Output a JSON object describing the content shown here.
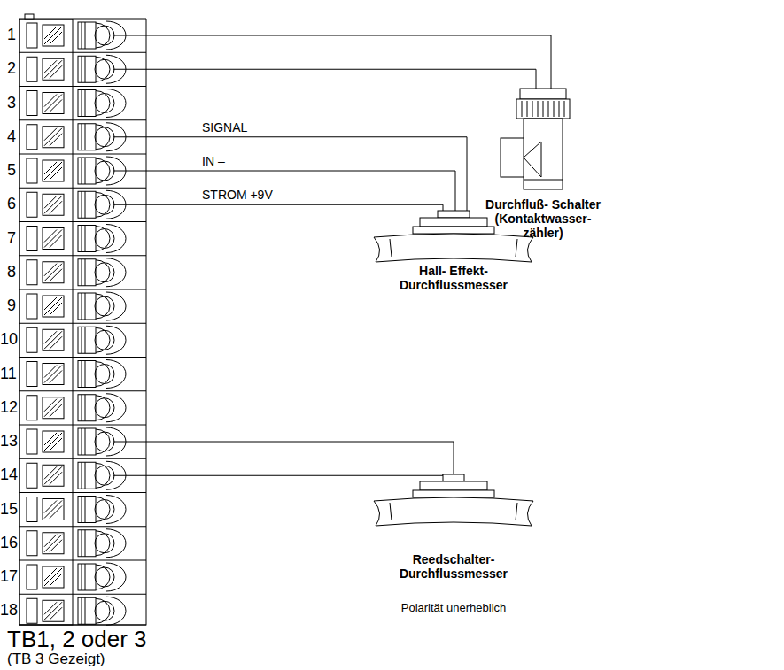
{
  "diagram": {
    "labels": [
      "1",
      "2",
      "3",
      "4",
      "5",
      "6",
      "7",
      "8",
      "9",
      "10",
      "11",
      "12",
      "13",
      "14",
      "15",
      "16",
      "17",
      "18",
      "SIGNAL",
      "IN –",
      "STROM +9V",
      "Hall- Effekt- Durchflussmesser",
      "Durchfluß- Schalter (Kontaktwasser- zähler)",
      "Reedschalter- Durchflussmesser",
      "Polarität unerheblich",
      "TB1, 2 oder 3",
      "(TB 3 Gezeigt)"
    ]
  }
}
